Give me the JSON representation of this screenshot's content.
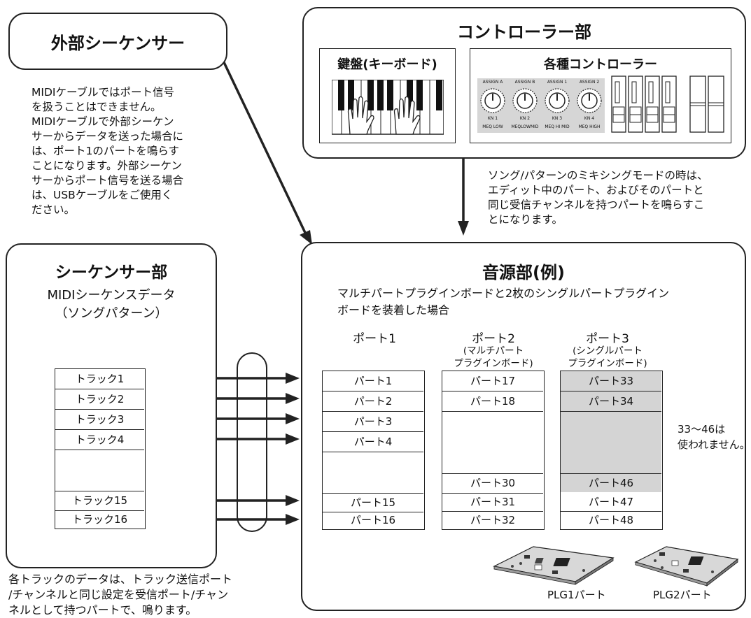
{
  "external_sequencer": {
    "title": "外部シーケンサー",
    "note": [
      "MIDIケーブルではポート信号",
      "を扱うことはできません。",
      "MIDIケーブルで外部シーケン",
      "サーからデータを送った場合に",
      "は、ポート1のパートを鳴らす",
      "ことになります。外部シーケン",
      "サーからポート信号を送る場合",
      "は、USBケーブルをご使用く",
      "ださい。"
    ]
  },
  "controller_section": {
    "title": "コントローラー部",
    "keyboard_label": "鍵盤(キーボード)",
    "controllers_label": "各種コントローラー",
    "knobs": [
      {
        "top": "ASSIGN A",
        "num": "KN 1",
        "bottom": "MEQ LOW"
      },
      {
        "top": "ASSIGN B",
        "num": "KN 2",
        "bottom": "MEQLOWMID"
      },
      {
        "top": "ASSIGN 1",
        "num": "KN 3",
        "bottom": "MEQ HI MID"
      },
      {
        "top": "ASSIGN 2",
        "num": "KN 4",
        "bottom": "MEQ HIGH"
      }
    ],
    "note": [
      "ソング/パターンのミキシングモードの時は、",
      "エディット中のパート、およびそのパートと",
      "同じ受信チャンネルを持つパートを鳴らすこ",
      "とになります。"
    ]
  },
  "sequencer_section": {
    "title": "シーケンサー部",
    "subtitle_1": "MIDIシーケンスデータ",
    "subtitle_2": "（ソングパターン）",
    "tracks_top": [
      "トラック1",
      "トラック2",
      "トラック3",
      "トラック4"
    ],
    "tracks_bottom": [
      "トラック15",
      "トラック16"
    ]
  },
  "bottom_note": [
    "各トラックのデータは、トラック送信ポート",
    "/チャンネルと同じ設定を受信ポート/チャン",
    "ネルとして持つパートで、鳴ります。"
  ],
  "tone_generator": {
    "title": "音源部(例)",
    "desc": [
      "マルチパートプラグインボードと2枚のシングルパートプラグイン",
      "ボードを装着した場合"
    ],
    "port1": {
      "header": "ポート1",
      "top": [
        "パート1",
        "パート2",
        "パート3",
        "パート4"
      ],
      "bottom": [
        "パート15",
        "パート16"
      ]
    },
    "port2": {
      "header": "ポート2",
      "sub1": "(マルチパート",
      "sub2": "プラグインボード)",
      "top": [
        "パート17",
        "パート18"
      ],
      "bottom": [
        "パート30",
        "パート31",
        "パート32"
      ]
    },
    "port3": {
      "header": "ポート3",
      "sub1": "(シングルパート",
      "sub2": "プラグインボード)",
      "shaded_top": [
        "パート33",
        "パート34"
      ],
      "shaded_bottom": "パート46",
      "bottom": [
        "パート47",
        "パート48"
      ]
    },
    "unused_note_1": "33〜46は",
    "unused_note_2": "使われません。",
    "plg1_label": "PLG1パート",
    "plg2_label": "PLG2パート"
  },
  "colors": {
    "shade": "#d4d4d4",
    "line": "#222222"
  }
}
